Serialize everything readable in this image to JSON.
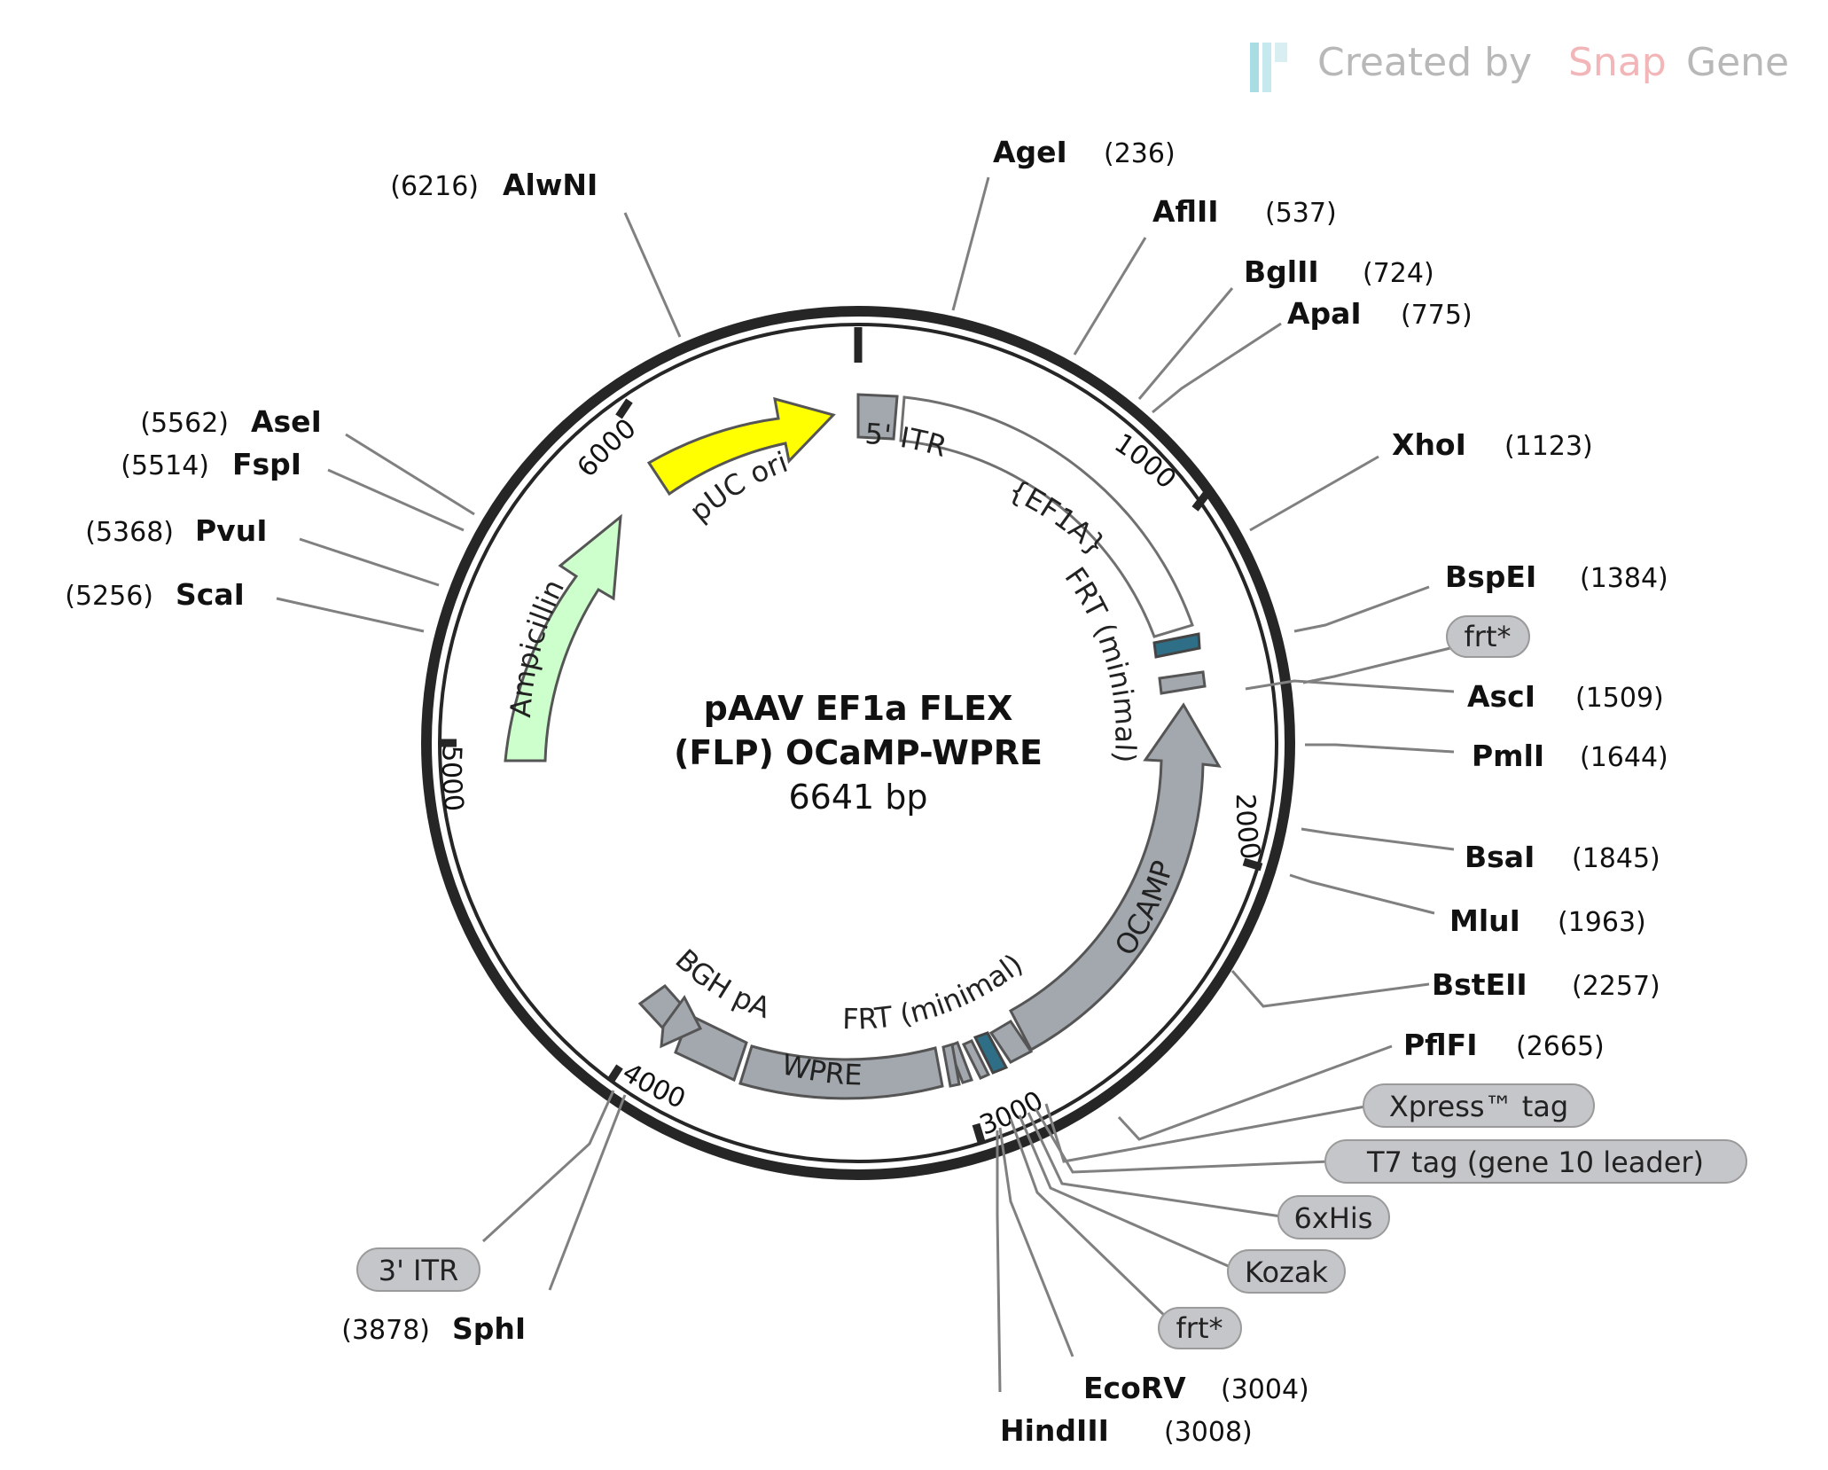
{
  "watermark": {
    "created_by": "Created by",
    "snap": "Snap",
    "gene": "Gene"
  },
  "plasmid": {
    "name_line1": "pAAV EF1a FLEX",
    "name_line2": "(FLP) OCaMP-WPRE",
    "size": "6641 bp"
  },
  "ticks": [
    "1000",
    "2000",
    "3000",
    "4000",
    "5000",
    "6000"
  ],
  "features": {
    "pUC_ori": "pUC ori",
    "itr5": "5' ITR",
    "ef1a": "{EF1A}",
    "frt_min_right": "FRT (minimal)",
    "ampicillin": "Ampicillin",
    "ocamp": "OCAMP",
    "frt_min_bottom": "FRT (minimal)",
    "bgh": "BGH pA",
    "wpre": "WPRE"
  },
  "enzymes": {
    "AlwNI": {
      "name": "AlwNI",
      "pos": "(6216)"
    },
    "AgeI": {
      "name": "AgeI",
      "pos": "(236)"
    },
    "AflII": {
      "name": "AflII",
      "pos": "(537)"
    },
    "BglII": {
      "name": "BglII",
      "pos": "(724)"
    },
    "ApaI": {
      "name": "ApaI",
      "pos": "(775)"
    },
    "XhoI": {
      "name": "XhoI",
      "pos": "(1123)"
    },
    "BspEI": {
      "name": "BspEI",
      "pos": "(1384)"
    },
    "AscI": {
      "name": "AscI",
      "pos": "(1509)"
    },
    "PmlI": {
      "name": "PmlI",
      "pos": "(1644)"
    },
    "BsaI": {
      "name": "BsaI",
      "pos": "(1845)"
    },
    "MluI": {
      "name": "MluI",
      "pos": "(1963)"
    },
    "BstEII": {
      "name": "BstEII",
      "pos": "(2257)"
    },
    "PflFI": {
      "name": "PflFI",
      "pos": "(2665)"
    },
    "EcoRV": {
      "name": "EcoRV",
      "pos": "(3004)"
    },
    "HindIII": {
      "name": "HindIII",
      "pos": "(3008)"
    },
    "SphI": {
      "name": "SphI",
      "pos": "(3878)"
    },
    "AseI": {
      "name": "AseI",
      "pos": "(5562)"
    },
    "FspI": {
      "name": "FspI",
      "pos": "(5514)"
    },
    "PvuI": {
      "name": "PvuI",
      "pos": "(5368)"
    },
    "ScaI": {
      "name": "ScaI",
      "pos": "(5256)"
    }
  },
  "tags": {
    "frt_top": "frt*",
    "xpress": "Xpress™ tag",
    "t7": "T7 tag (gene 10 leader)",
    "his": "6xHis",
    "kozak": "Kozak",
    "frt_bottom": "frt*",
    "itr3": "3' ITR"
  }
}
